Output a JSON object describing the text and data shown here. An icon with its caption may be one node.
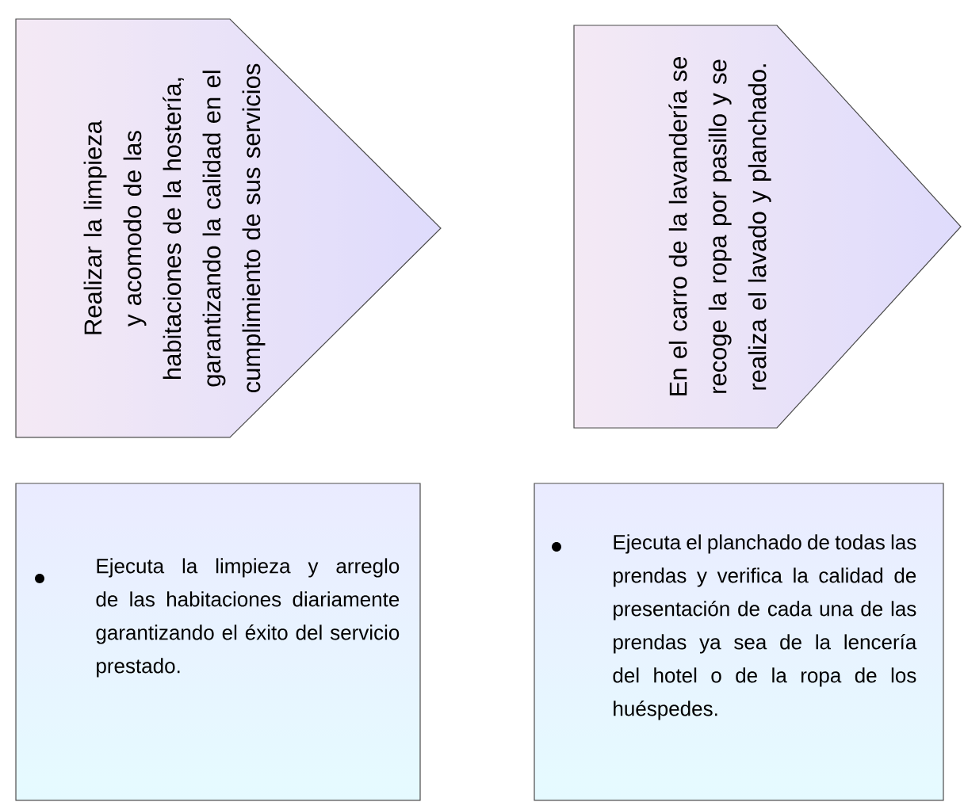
{
  "diagram": {
    "nodes": [
      {
        "text": [
          "Realizar la limpieza y acomodo de las habitaciones de la hostería, garantizando la calidad en el cumplimiento de sus servicios"
        ]
      },
      {
        "text": [
          "En el carro de la lavandería se recoge la ropa por pasillo y se realiza el lavado y planchado."
        ]
      },
      {
        "text": [
          "Ejecuta la limpieza y arreglo de las habitaciones diariamente garantizando el éxito del servicio prestado."
        ]
      },
      {
        "text": [
          "Ejecuta el planchado de todas las prendas y verifica la calidad de presentación de cada una de las prendas ya sea de la lencería del hotel o de la ropa de los huéspedes."
        ]
      }
    ]
  }
}
